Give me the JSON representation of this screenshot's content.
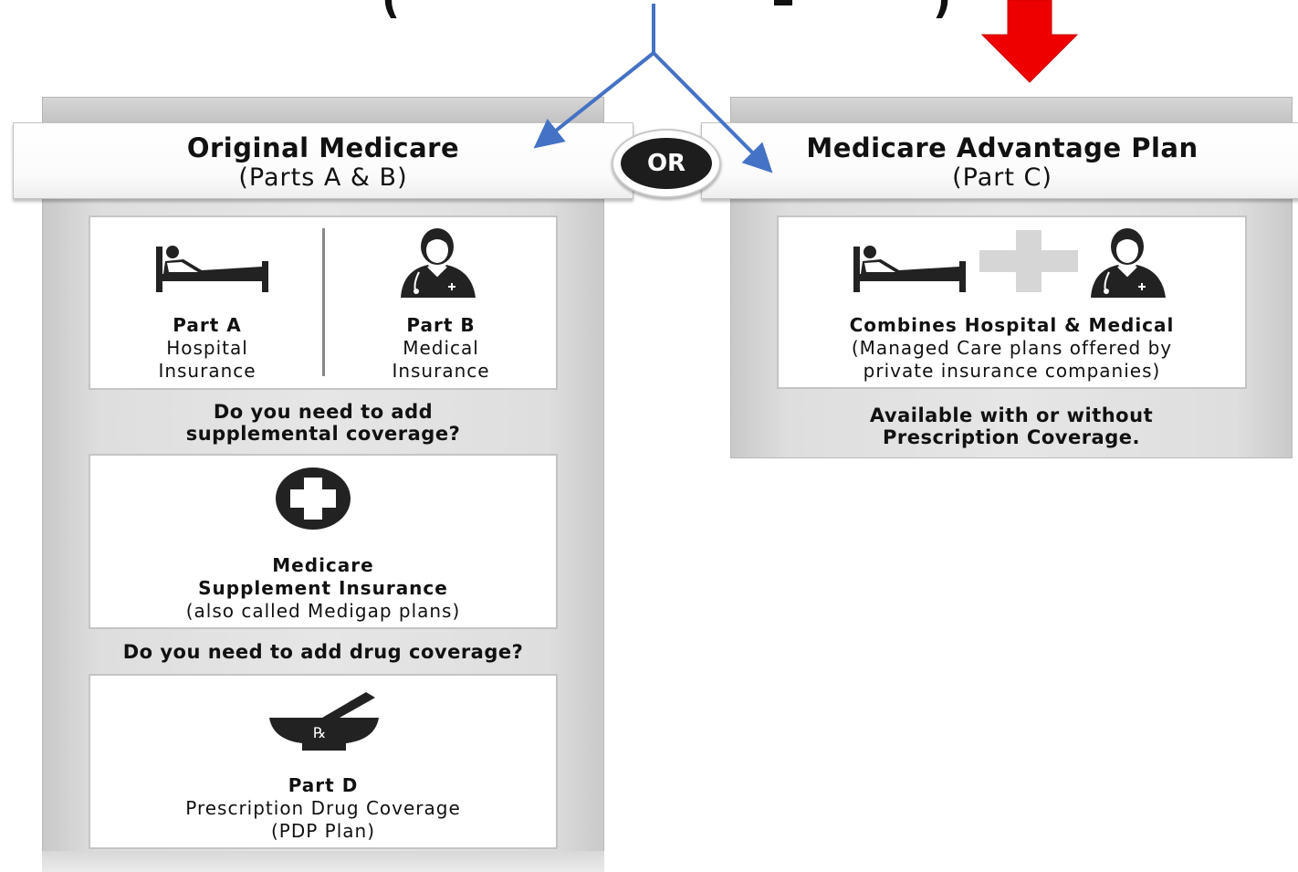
{
  "top_fragment": "(",
  "or_label": "OR",
  "original": {
    "title": "Original Medicare",
    "subtitle": "(Parts A & B)",
    "part_a": {
      "title": "Part A",
      "line1": "Hospital",
      "line2": "Insurance"
    },
    "part_b": {
      "title": "Part B",
      "line1": "Medical",
      "line2": "Insurance"
    },
    "supp_question_line1": "Do you need to add",
    "supp_question_line2": "supplemental coverage?",
    "supplement": {
      "line1": "Medicare",
      "line2": "Supplement Insurance",
      "line3": "(also called Medigap plans)"
    },
    "drug_question": "Do you need to add drug coverage?",
    "part_d": {
      "title": "Part D",
      "line1": "Prescription Drug Coverage",
      "line2": "(PDP Plan)"
    }
  },
  "advantage": {
    "title": "Medicare Advantage Plan",
    "subtitle": "(Part C)",
    "card": {
      "title": "Combines Hospital & Medical",
      "line1": "(Managed Care plans offered by",
      "line2": "private insurance companies)"
    },
    "note_line1": "Available with or without",
    "note_line2": "Prescription Coverage."
  },
  "icons": {
    "hospital_bed": "hospital-bed-icon",
    "doctor": "doctor-icon",
    "plus": "plus-icon",
    "medical_cross": "medical-cross-icon",
    "mortar_pestle": "mortar-pestle-rx-icon",
    "arrow_down": "red-down-arrow-icon"
  },
  "colors": {
    "connector_blue": "#4472C4",
    "arrow_red": "#ee0000",
    "icon_dark": "#222222",
    "plus_grey": "#d6d6d6"
  }
}
